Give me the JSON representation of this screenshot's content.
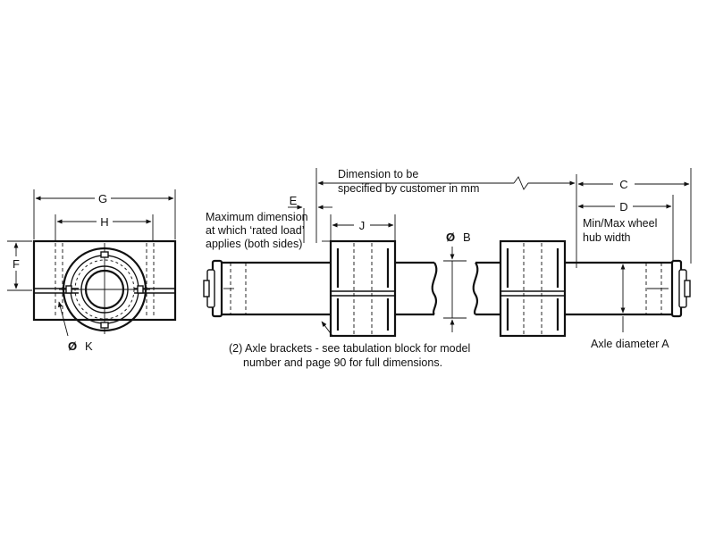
{
  "labels": {
    "g": "G",
    "h": "H",
    "f": "F",
    "k": "K",
    "e": "E",
    "j": "J",
    "b": "B",
    "c": "C",
    "d": "D",
    "diameter_symbol": "Ø",
    "dimension_note_line1": "Dimension to be",
    "dimension_note_line2": "specified by customer in mm",
    "max_dim_line1": "Maximum dimension",
    "max_dim_line2": "at which ‘rated load’",
    "max_dim_line3": "applies (both sides)",
    "hub_line1": "Min/Max wheel",
    "hub_line2": "hub width",
    "axle_diameter": "Axle diameter  A",
    "brackets_line1": "(2) Axle brackets - see tabulation block for model",
    "brackets_line2": "number and page 90 for full dimensions."
  }
}
